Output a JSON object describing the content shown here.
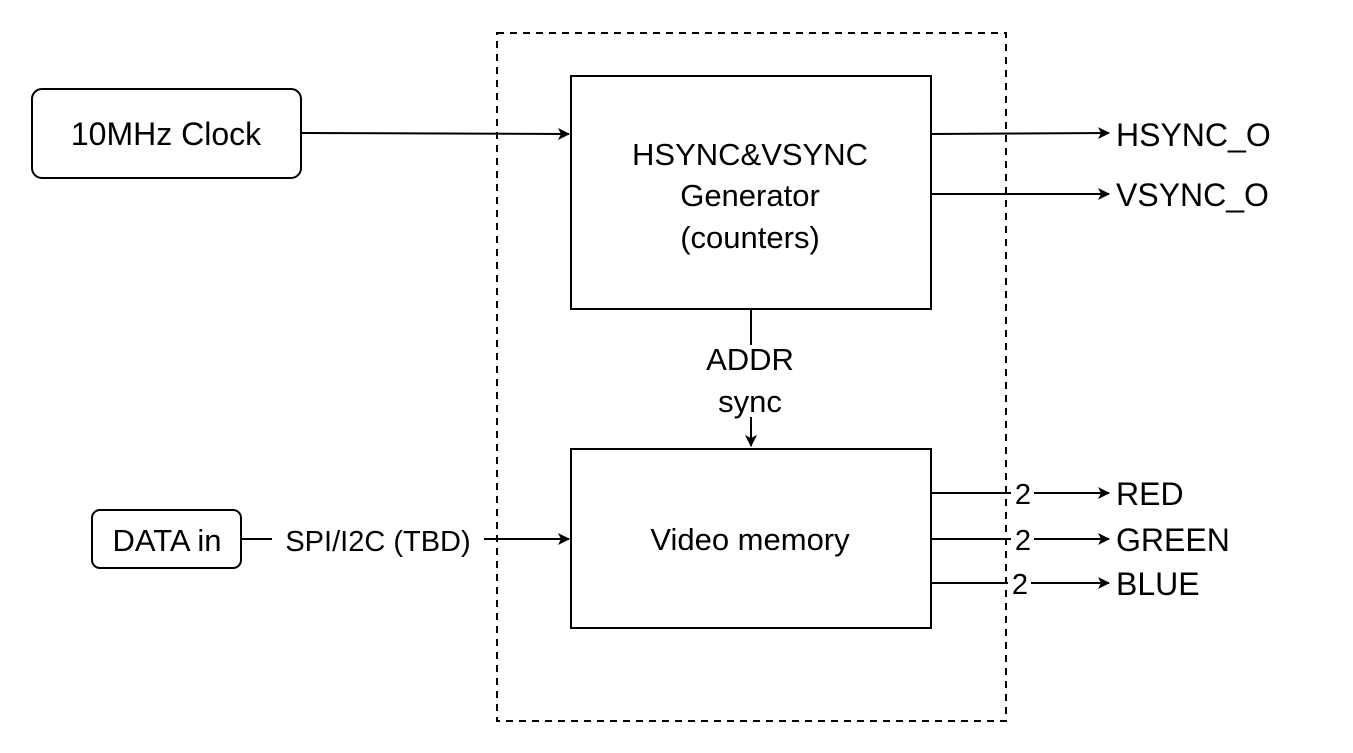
{
  "blocks": {
    "clock": "10MHz Clock",
    "data_in": "DATA in",
    "sync_gen_line1": "HSYNC&VSYNC",
    "sync_gen_line2": "Generator",
    "sync_gen_line3": "(counters)",
    "video_memory": "Video memory"
  },
  "edges": {
    "data_bus": "SPI/I2C (TBD)",
    "addr_line1": "ADDR",
    "addr_line2": "sync",
    "red_width": "2",
    "green_width": "2",
    "blue_width": "2"
  },
  "outputs": {
    "hsync": "HSYNC_O",
    "vsync": "VSYNC_O",
    "red": "RED",
    "green": "GREEN",
    "blue": "BLUE"
  }
}
